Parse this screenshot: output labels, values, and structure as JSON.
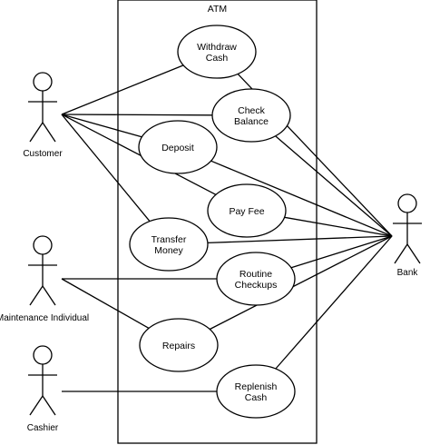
{
  "system": {
    "title": "ATM"
  },
  "actors": {
    "customer": "Customer",
    "maintenance": "Maintenance Individual",
    "cashier": "Cashier",
    "bank": "Bank"
  },
  "use_cases": {
    "withdraw_cash": [
      "Withdraw",
      "Cash"
    ],
    "check_balance": [
      "Check",
      "Balance"
    ],
    "deposit": [
      "Deposit"
    ],
    "pay_fee": [
      "Pay Fee"
    ],
    "transfer_money": [
      "Transfer",
      "Money"
    ],
    "routine_checkups": [
      "Routine",
      "Checkups"
    ],
    "repairs": [
      "Repairs"
    ],
    "replenish_cash": [
      "Replenish",
      "Cash"
    ]
  },
  "associations": [
    [
      "customer",
      "withdraw_cash"
    ],
    [
      "customer",
      "check_balance"
    ],
    [
      "customer",
      "deposit"
    ],
    [
      "customer",
      "pay_fee"
    ],
    [
      "customer",
      "transfer_money"
    ],
    [
      "maintenance",
      "routine_checkups"
    ],
    [
      "maintenance",
      "repairs"
    ],
    [
      "cashier",
      "replenish_cash"
    ],
    [
      "bank",
      "withdraw_cash"
    ],
    [
      "bank",
      "check_balance"
    ],
    [
      "bank",
      "deposit"
    ],
    [
      "bank",
      "pay_fee"
    ],
    [
      "bank",
      "transfer_money"
    ],
    [
      "bank",
      "routine_checkups"
    ],
    [
      "bank",
      "repairs"
    ],
    [
      "bank",
      "replenish_cash"
    ]
  ]
}
